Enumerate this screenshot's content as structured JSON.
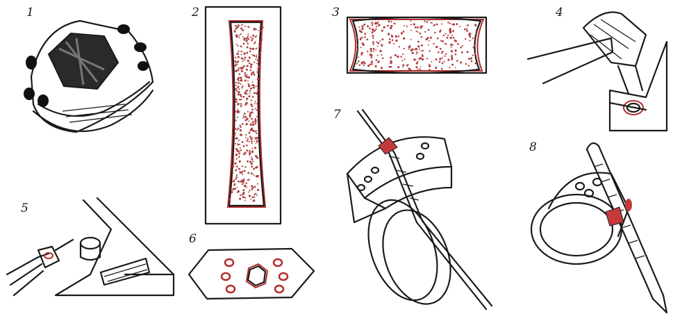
{
  "figure": {
    "panels": [
      {
        "label": "1",
        "name": "faceted-ring"
      },
      {
        "label": "2",
        "name": "tall-stone-blank"
      },
      {
        "label": "3",
        "name": "wide-stone-blank"
      },
      {
        "label": "4",
        "name": "hammer-setting"
      },
      {
        "label": "5",
        "name": "pliers-bench"
      },
      {
        "label": "6",
        "name": "flat-plate-holes"
      },
      {
        "label": "7",
        "name": "ring-with-file"
      },
      {
        "label": "8",
        "name": "ring-with-needle-file"
      }
    ],
    "colors": {
      "ink": "#1a1a1a",
      "accent": "#b02a2a",
      "dots": "#b04040"
    }
  }
}
